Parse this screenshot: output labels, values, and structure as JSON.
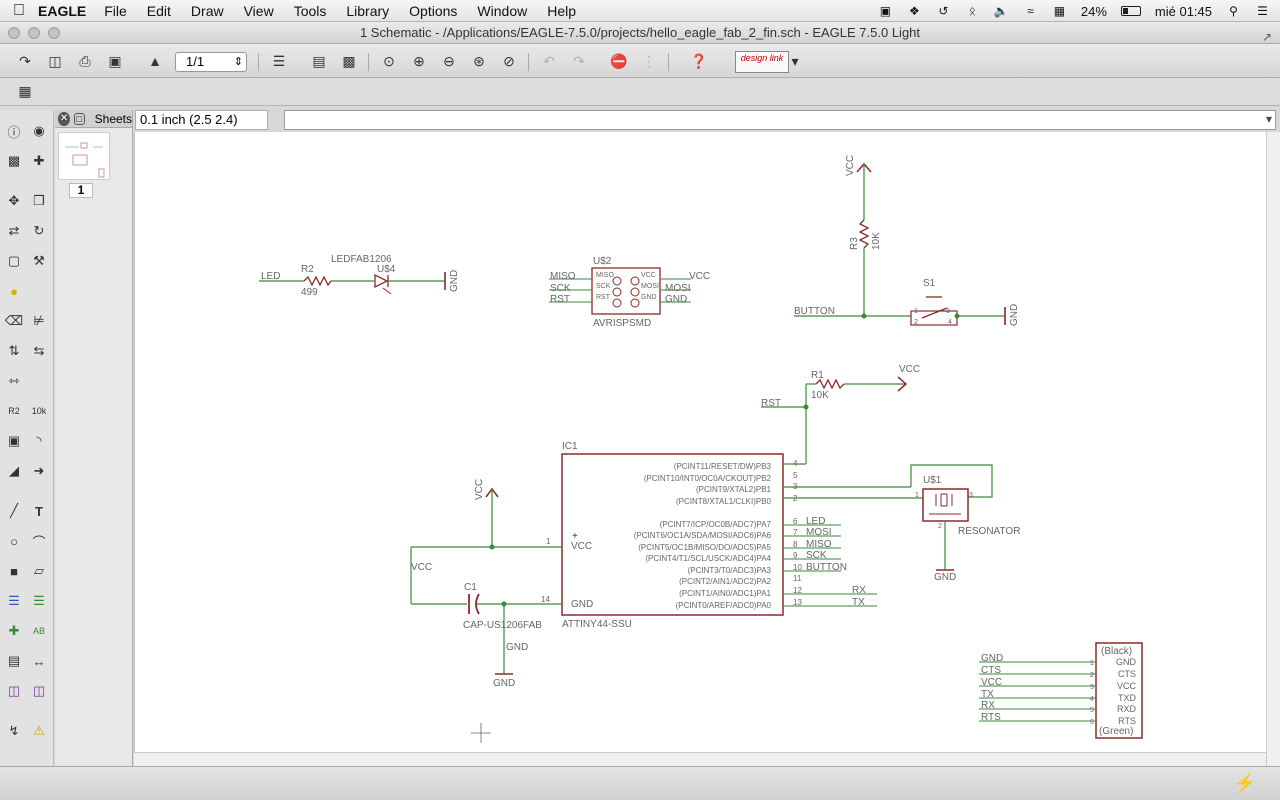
{
  "menubar": {
    "app": "EAGLE",
    "items": [
      "File",
      "Edit",
      "Draw",
      "View",
      "Tools",
      "Library",
      "Options",
      "Window",
      "Help"
    ],
    "battery": "24%",
    "clock": "mié 01:45"
  },
  "window": {
    "title": "1 Schematic - /Applications/EAGLE-7.5.0/projects/hello_eagle_fab_2_fin.sch - EAGLE 7.5.0 Light"
  },
  "toolbar": {
    "sheet_select": "1/1",
    "design_link": "design link"
  },
  "sheets_panel": {
    "label": "Sheets",
    "sheet_number": "1"
  },
  "coord_display": "0.1 inch (2.5 2.4)",
  "command_input": "",
  "schematic": {
    "colors": {
      "part": "#8b2a2a",
      "net": "#3a8a3a",
      "label": "#666666",
      "junction": "#3a8a3a"
    },
    "led_group": {
      "net": "LED",
      "resistor": "R2",
      "resistor_value": "499",
      "led_name": "U$4",
      "led_value": "LEDFAB1206",
      "gnd": "GND"
    },
    "isp": {
      "name": "U$2",
      "value": "AVRISPSMD",
      "left_pins": [
        "MISO",
        "SCK",
        "RST"
      ],
      "right_pins": [
        "VCC",
        "MOSI",
        "GND"
      ],
      "inner_left": [
        "MISO",
        "SCK",
        "RST"
      ],
      "inner_right": [
        "VCC",
        "MOSI",
        "GND"
      ]
    },
    "button_group": {
      "vcc": "VCC",
      "resistor": "R3",
      "resistor_value": "10K",
      "switch": "S1",
      "net": "BUTTON",
      "gnd": "GND",
      "pins": [
        "1",
        "2",
        "3",
        "4"
      ]
    },
    "reset_group": {
      "resistor": "R1",
      "resistor_value": "10K",
      "vcc": "VCC",
      "net": "RST"
    },
    "mcu": {
      "name": "IC1",
      "value": "ATTINY44-SSU",
      "left_pins": [
        {
          "num": "1",
          "label": "VCC"
        },
        {
          "num": "14",
          "label": "GND"
        }
      ],
      "right_pins": [
        {
          "num": "4",
          "label": "(PCINT11/RESET/DW)PB3",
          "net": ""
        },
        {
          "num": "5",
          "label": "(PCINT10/INT0/OC0A/CKOUT)PB2",
          "net": ""
        },
        {
          "num": "3",
          "label": "(PCINT9/XTAL2)PB1",
          "net": ""
        },
        {
          "num": "2",
          "label": "(PCINT8/XTAL1/CLKI)PB0",
          "net": ""
        },
        {
          "num": "6",
          "label": "(PCINT7/ICP/OC0B/ADC7)PA7",
          "net": "LED"
        },
        {
          "num": "7",
          "label": "(PCINT6/OC1A/SDA/MOSI/ADC6)PA6",
          "net": "MOSI"
        },
        {
          "num": "8",
          "label": "(PCINT5/OC1B/MISO/DO/ADC5)PA5",
          "net": "MISO"
        },
        {
          "num": "9",
          "label": "(PCINT4/T1/SCL/USCK/ADC4)PA4",
          "net": "SCK"
        },
        {
          "num": "10",
          "label": "(PCINT3/T0/ADC3)PA3",
          "net": "BUTTON"
        },
        {
          "num": "11",
          "label": "(PCINT2/AIN1/ADC2)PA2",
          "net": ""
        },
        {
          "num": "12",
          "label": "(PCINT1/AIN0/ADC1)PA1",
          "net": "RX"
        },
        {
          "num": "13",
          "label": "(PCINT0/AREF/ADC0)PA0",
          "net": "TX"
        }
      ]
    },
    "power_group": {
      "vcc": "VCC",
      "net_vcc": "VCC",
      "cap": "C1",
      "cap_value": "CAP-US1206FAB",
      "gnd_net": "GND",
      "gnd": "GND",
      "plus": "+"
    },
    "resonator": {
      "name": "U$1",
      "value": "RESONATOR",
      "gnd": "GND",
      "pins": [
        "1",
        "2",
        "3"
      ]
    },
    "ftdi": {
      "top": "(Black)",
      "bottom": "(Green)",
      "nets": [
        "GND",
        "CTS",
        "VCC",
        "TX",
        "RX",
        "RTS"
      ],
      "pins": [
        "GND",
        "CTS",
        "VCC",
        "TXD",
        "RXD",
        "RTS"
      ],
      "nums": [
        "1",
        "2",
        "3",
        "4",
        "5",
        "6"
      ]
    }
  }
}
